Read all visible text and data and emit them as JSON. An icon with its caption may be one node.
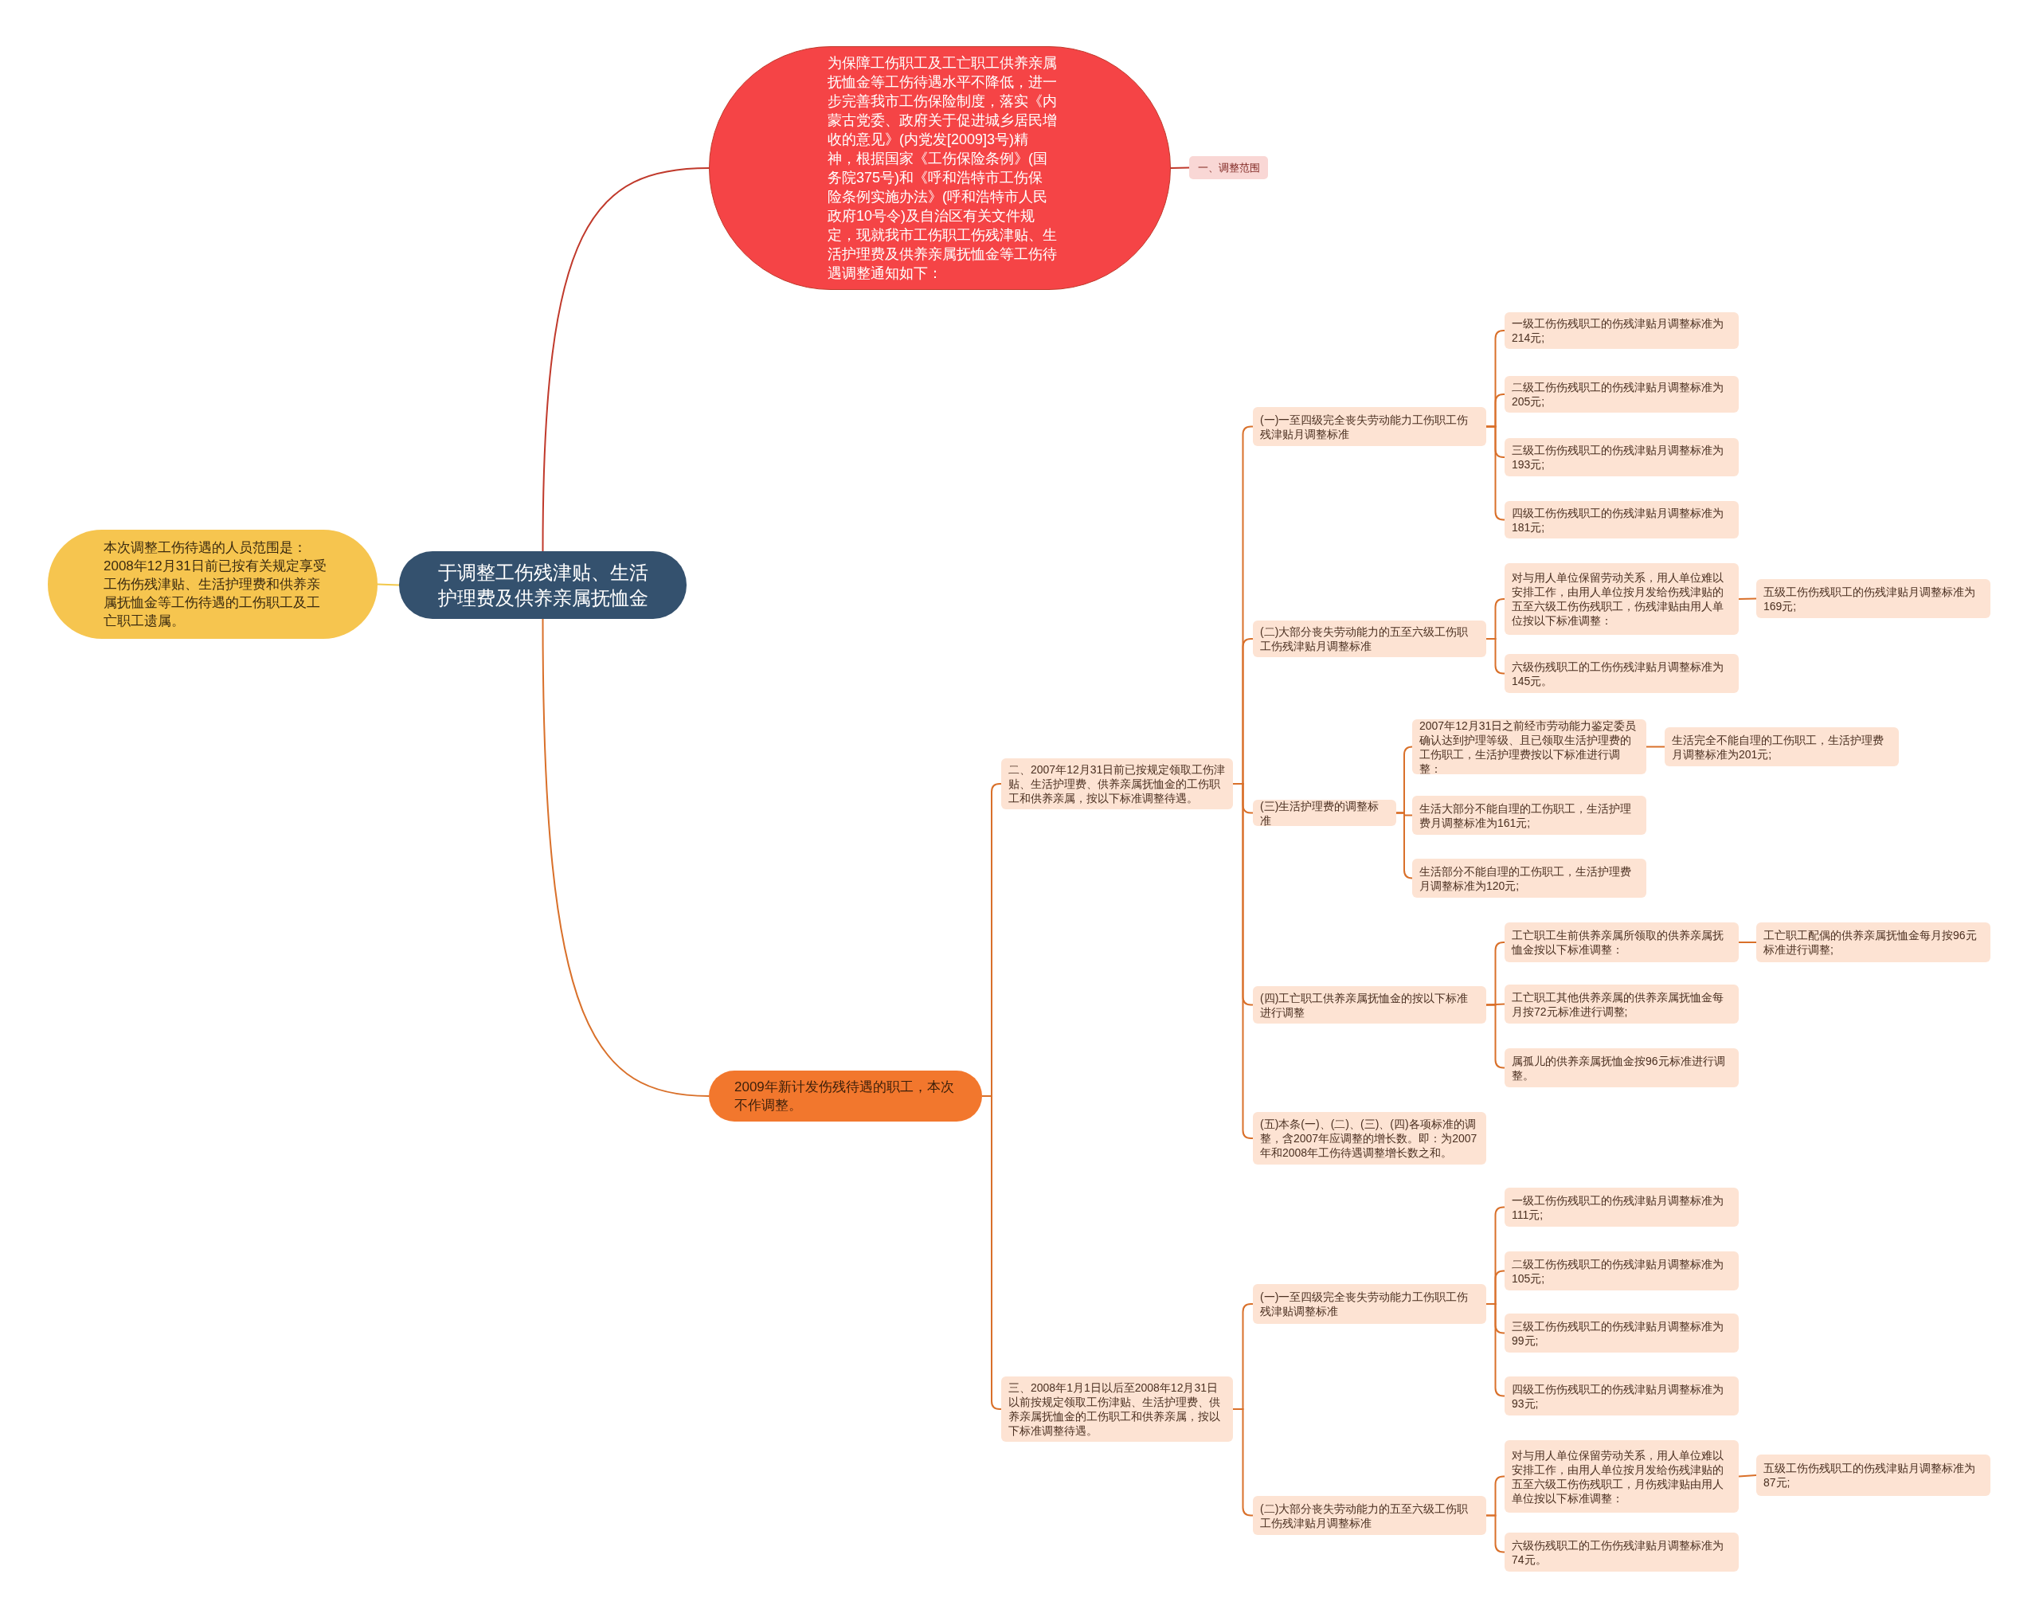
{
  "diagram": {
    "nodes": [
      {
        "text": [
          "于调整工伤残津贴、生活护理费及供养亲属抚恤金"
        ]
      },
      {
        "text": [
          "本次调整工伤待遇的人员范围是：2008年12月31日前已按有关规定享受工伤伤残津贴、生活护理费和供养亲属抚恤金等工伤待遇的工伤职工及工亡职工遗属。"
        ]
      },
      {
        "text": [
          "为保障工伤职工及工亡职工供养亲属抚恤金等工伤待遇水平不降低，进一步完善我市工伤保险制度，落实《内蒙古党委、政府关于促进城乡居民增收的意见》(内党发[2009]3号)精神，根据国家《工伤保险条例》(国务院375号)和《呼和浩特市工伤保险条例实施办法》(呼和浩特市人民政府10号令)及自治区有关文件规定，现就我市工伤职工伤残津贴、生活护理费及供养亲属抚恤金等工伤待遇调整通知如下："
        ]
      },
      {
        "text": [
          "一、调整范围"
        ]
      },
      {
        "text": [
          "2009年新计发伤残待遇的职工，本次不作调整。"
        ]
      },
      {
        "text": [
          "二、2007年12月31日前已按规定领取工伤津贴、生活护理费、供养亲属抚恤金的工伤职工和供养亲属，按以下标准调整待遇。"
        ]
      },
      {
        "text": [
          "(一)一至四级完全丧失劳动能力工伤职工伤残津贴月调整标准"
        ]
      },
      {
        "text": [
          "一级工伤伤残职工的伤残津贴月调整标准为214元;"
        ]
      },
      {
        "text": [
          "二级工伤伤残职工的伤残津贴月调整标准为205元;"
        ]
      },
      {
        "text": [
          "三级工伤伤残职工的伤残津贴月调整标准为193元;"
        ]
      },
      {
        "text": [
          "四级工伤伤残职工的伤残津贴月调整标准为181元;"
        ]
      },
      {
        "text": [
          "(二)大部分丧失劳动能力的五至六级工伤职工伤残津贴月调整标准"
        ]
      },
      {
        "text": [
          "对与用人单位保留劳动关系，用人单位难以安排工作，由用人单位按月发给伤残津贴的五至六级工伤伤残职工，伤残津贴由用人单位按以下标准调整："
        ]
      },
      {
        "text": [
          "五级工伤伤残职工的伤残津贴月调整标准为169元;"
        ]
      },
      {
        "text": [
          "六级伤残职工的工伤伤残津贴月调整标准为145元。"
        ]
      },
      {
        "text": [
          "(三)生活护理费的调整标准"
        ]
      },
      {
        "text": [
          "2007年12月31日之前经市劳动能力鉴定委员确认达到护理等级、且已领取生活护理费的工伤职工，生活护理费按以下标准进行调整："
        ]
      },
      {
        "text": [
          "生活完全不能自理的工伤职工，生活护理费月调整标准为201元;"
        ]
      },
      {
        "text": [
          "生活大部分不能自理的工伤职工，生活护理费月调整标准为161元;"
        ]
      },
      {
        "text": [
          "生活部分不能自理的工伤职工，生活护理费月调整标准为120元;"
        ]
      },
      {
        "text": [
          "(四)工亡职工供养亲属抚恤金的按以下标准进行调整"
        ]
      },
      {
        "text": [
          "工亡职工生前供养亲属所领取的供养亲属抚恤金按以下标准调整："
        ]
      },
      {
        "text": [
          "工亡职工配偶的供养亲属抚恤金每月按96元标准进行调整;"
        ]
      },
      {
        "text": [
          "工亡职工其他供养亲属的供养亲属抚恤金每月按72元标准进行调整;"
        ]
      },
      {
        "text": [
          "属孤儿的供养亲属抚恤金按96元标准进行调整。"
        ]
      },
      {
        "text": [
          "(五)本条(一)、(二)、(三)、(四)各项标准的调整，含2007年应调整的增长数。即：为2007年和2008年工伤待遇调整增长数之和。"
        ]
      },
      {
        "text": [
          "三、2008年1月1日以后至2008年12月31日以前按规定领取工伤津贴、生活护理费、供养亲属抚恤金的工伤职工和供养亲属，按以下标准调整待遇。"
        ]
      },
      {
        "text": [
          "(一)一至四级完全丧失劳动能力工伤职工伤残津贴调整标准"
        ]
      },
      {
        "text": [
          "一级工伤伤残职工的伤残津贴月调整标准为111元;"
        ]
      },
      {
        "text": [
          "二级工伤伤残职工的伤残津贴月调整标准为105元;"
        ]
      },
      {
        "text": [
          "三级工伤伤残职工的伤残津贴月调整标准为99元;"
        ]
      },
      {
        "text": [
          "四级工伤伤残职工的伤残津贴月调整标准为93元;"
        ]
      },
      {
        "text": [
          "(二)大部分丧失劳动能力的五至六级工伤职工伤残津贴月调整标准"
        ]
      },
      {
        "text": [
          "对与用人单位保留劳动关系，用人单位难以安排工作，由用人单位按月发给伤残津贴的五至六级工伤伤残职工，月伤残津贴由用人单位按以下标准调整："
        ]
      },
      {
        "text": [
          "五级工伤伤残职工的伤残津贴月调整标准为87元;"
        ]
      },
      {
        "text": [
          "六级伤残职工的工伤伤残津贴月调整标准为74元。"
        ]
      }
    ],
    "edges": [
      {
        "from": 0,
        "to": 1,
        "arrow": "none",
        "color": "#f2c94c"
      },
      {
        "from": 0,
        "to": 2,
        "arrow": "none",
        "color": "#c0392b"
      },
      {
        "from": 2,
        "to": 3,
        "arrow": "none",
        "color": "#c0392b"
      },
      {
        "from": 0,
        "to": 4,
        "arrow": "none"
      },
      {
        "from": 4,
        "to": 5,
        "arrow": "none"
      },
      {
        "from": 4,
        "to": 26,
        "arrow": "none"
      },
      {
        "from": 5,
        "to": 6,
        "arrow": "none"
      },
      {
        "from": 6,
        "to": 7,
        "arrow": "none"
      },
      {
        "from": 6,
        "to": 8,
        "arrow": "none"
      },
      {
        "from": 6,
        "to": 9,
        "arrow": "none"
      },
      {
        "from": 6,
        "to": 10,
        "arrow": "none"
      },
      {
        "from": 5,
        "to": 11,
        "arrow": "none"
      },
      {
        "from": 11,
        "to": 12,
        "arrow": "none"
      },
      {
        "from": 12,
        "to": 13,
        "arrow": "none"
      },
      {
        "from": 11,
        "to": 14,
        "arrow": "none"
      },
      {
        "from": 5,
        "to": 15,
        "arrow": "none"
      },
      {
        "from": 15,
        "to": 16,
        "arrow": "none"
      },
      {
        "from": 16,
        "to": 17,
        "arrow": "none"
      },
      {
        "from": 15,
        "to": 18,
        "arrow": "none"
      },
      {
        "from": 15,
        "to": 19,
        "arrow": "none"
      },
      {
        "from": 5,
        "to": 20,
        "arrow": "none"
      },
      {
        "from": 20,
        "to": 21,
        "arrow": "none"
      },
      {
        "from": 21,
        "to": 22,
        "arrow": "none"
      },
      {
        "from": 20,
        "to": 23,
        "arrow": "none"
      },
      {
        "from": 20,
        "to": 24,
        "arrow": "none"
      },
      {
        "from": 5,
        "to": 25,
        "arrow": "none"
      },
      {
        "from": 26,
        "to": 27,
        "arrow": "none"
      },
      {
        "from": 27,
        "to": 28,
        "arrow": "none"
      },
      {
        "from": 27,
        "to": 29,
        "arrow": "none"
      },
      {
        "from": 27,
        "to": 30,
        "arrow": "none"
      },
      {
        "from": 27,
        "to": 31,
        "arrow": "none"
      },
      {
        "from": 26,
        "to": 32,
        "arrow": "none"
      },
      {
        "from": 32,
        "to": 33,
        "arrow": "none"
      },
      {
        "from": 33,
        "to": 34,
        "arrow": "none"
      },
      {
        "from": 32,
        "to": 35,
        "arrow": "none"
      }
    ]
  }
}
